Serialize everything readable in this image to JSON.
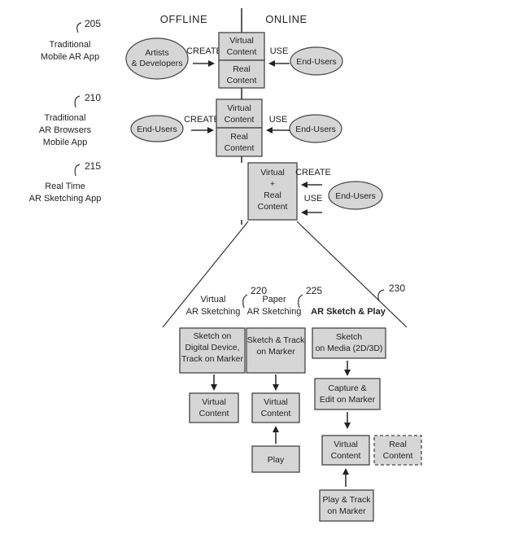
{
  "headers": {
    "offline": "OFFLINE",
    "online": "ONLINE"
  },
  "rows": [
    {
      "num": "205",
      "label": [
        "Traditional",
        "Mobile AR App"
      ]
    },
    {
      "num": "210",
      "label": [
        "Traditional",
        "AR Browsers",
        "Mobile App"
      ]
    },
    {
      "num": "215",
      "label": [
        "Real Time",
        "AR Sketching App"
      ]
    }
  ],
  "row1": {
    "creator": [
      "Artists",
      "& Developers"
    ],
    "create": "CREATE",
    "use": "USE",
    "user": "End-Users",
    "top_box": [
      "Virtual",
      "Content"
    ],
    "bottom_box": [
      "Real",
      "Content"
    ]
  },
  "row2": {
    "creator": "End-Users",
    "create": "CREATE",
    "use": "USE",
    "user": "End-Users",
    "top_box": [
      "Virtual",
      "Content"
    ],
    "bottom_box": [
      "Real",
      "Content"
    ]
  },
  "row3": {
    "box": [
      "Virtual",
      "+",
      "Real",
      "Content"
    ],
    "create": "CREATE",
    "use": "USE",
    "user": "End-Users"
  },
  "branches": [
    {
      "num": "220",
      "label": [
        "Virtual",
        "AR Sketching"
      ]
    },
    {
      "num": "225",
      "label": [
        "Paper",
        "AR Sketching"
      ]
    },
    {
      "num": "230",
      "label": [
        "AR Sketch & Play"
      ]
    }
  ],
  "col1": {
    "top": [
      "Sketch on",
      "Digital Device,",
      "Track on Marker"
    ],
    "result": [
      "Virtual",
      "Content"
    ]
  },
  "col2": {
    "top": [
      "Sketch & Track",
      "on Marker"
    ],
    "result": [
      "Virtual",
      "Content"
    ],
    "play": "Play"
  },
  "col3": {
    "top": [
      "Sketch",
      "on Media (2D/3D)"
    ],
    "capture": [
      "Capture &",
      "Edit on Marker"
    ],
    "virtual": [
      "Virtual",
      "Content"
    ],
    "real": [
      "Real",
      "Content"
    ],
    "play": [
      "Play & Track",
      "on Marker"
    ]
  }
}
